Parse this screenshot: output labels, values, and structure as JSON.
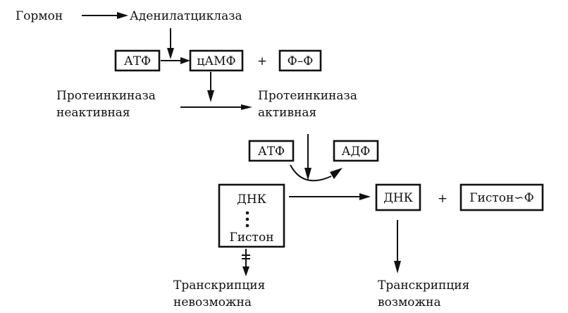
{
  "diagram": {
    "hormone": "Гормон",
    "adenylate_cyclase": "Аденилатциклаза",
    "atp_1": "АТФ",
    "camp": "цАМФ",
    "plus_1": "+",
    "pp": "Ф–Ф",
    "pk_inactive_line1": "Протеинкиназа",
    "pk_inactive_line2": "неактивная",
    "pk_active_line1": "Протеинкиназа",
    "pk_active_line2": "активная",
    "atp_2": "АТФ",
    "adp": "АДФ",
    "complex_dna": "ДНК",
    "complex_histone": "Гистон",
    "dna_free": "ДНК",
    "plus_2": "+",
    "histone_p": "Гистон∽Ф",
    "transcription_impossible_line1": "Транскрипция",
    "transcription_impossible_line2": "невозможна",
    "transcription_possible_line1": "Транскрипция",
    "transcription_possible_line2": "возможна"
  },
  "colors": {
    "ink": "#111111",
    "background": "#ffffff"
  }
}
